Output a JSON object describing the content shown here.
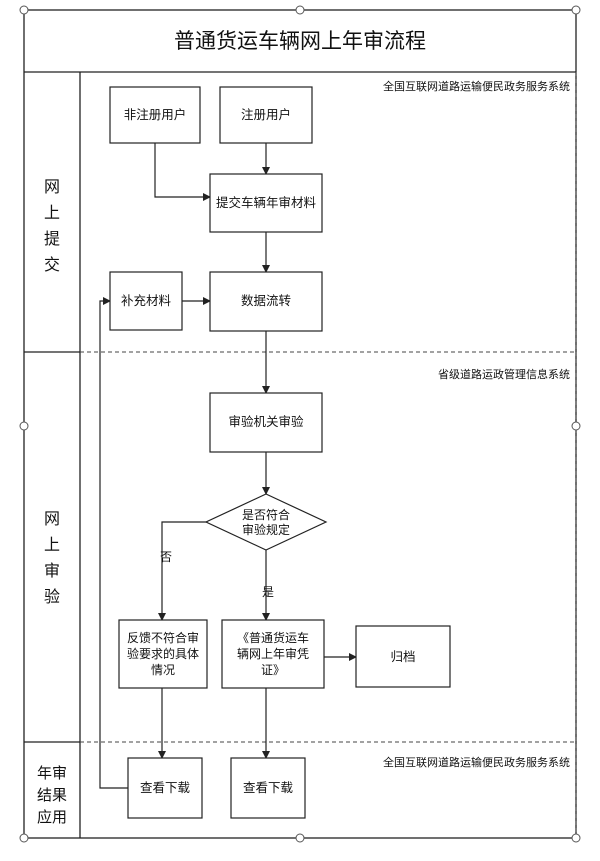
{
  "title": "普通货运车辆网上年审流程",
  "lanes": {
    "submit": "网上提交",
    "review": "网上审验",
    "apply": "年审结果应用"
  },
  "systems": {
    "submit": "全国互联网道路运输便民政务服务系统",
    "review": "省级道路运政管理信息系统",
    "apply": "全国互联网道路运输便民政务服务系统"
  },
  "nodes": {
    "unregistered": "非注册用户",
    "registered": "注册用户",
    "submit_materials": "提交车辆年审材料",
    "supplement": "补充材料",
    "data_transfer": "数据流转",
    "authority_review": "审验机关审验",
    "decision": [
      "是否符合",
      "审验规定"
    ],
    "feedback": [
      "反馈不符合审",
      "验要求的具体",
      "情况"
    ],
    "certificate": [
      "《普通货运车",
      "辆网上年审凭",
      "证》"
    ],
    "archive": "归档",
    "view_download_1": "查看下载",
    "view_download_2": "查看下载"
  },
  "edge_labels": {
    "no": "否",
    "yes": "是"
  }
}
